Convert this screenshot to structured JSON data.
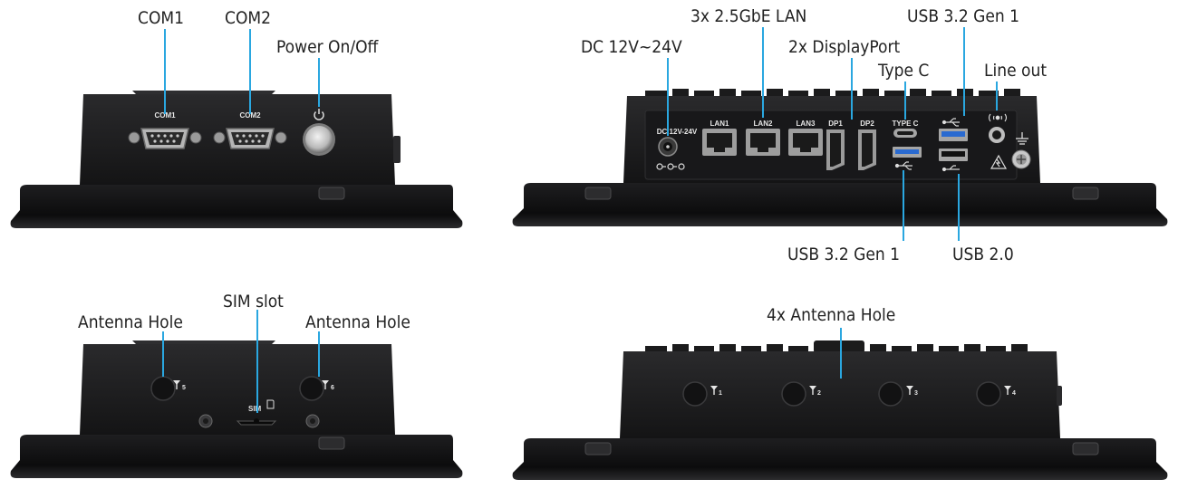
{
  "colors": {
    "callout_line": "#2aa7e0",
    "enclosure": "#1c1c1e",
    "bezel": "#0d0d0e",
    "label_text": "#222222"
  },
  "callouts": {
    "com1": "COM1",
    "com2": "COM2",
    "power": "Power On/Off",
    "dc_in": "DC 12V~24V",
    "lan": "3x 2.5GbE LAN",
    "displayport": "2x DisplayPort",
    "type_c": "Type C",
    "usb_top": "USB 3.2 Gen 1",
    "line_out": "Line out",
    "usb_bottom": "USB 3.2 Gen 1",
    "usb2": "USB 2.0",
    "antenna_left": "Antenna Hole",
    "sim": "SIM slot",
    "antenna_right": "Antenna Hole",
    "antenna_four": "4x Antenna Hole"
  },
  "silkscreen": {
    "com1": "COM1",
    "com2": "COM2",
    "dc": "DC 12V-24V",
    "lan1": "LAN1",
    "lan2": "LAN2",
    "lan3": "LAN3",
    "dp1": "DP1",
    "dp2": "DP2",
    "typec": "TYPE C",
    "sim": "SIM",
    "ant5": "5",
    "ant6": "6",
    "ant1": "1",
    "ant2": "2",
    "ant3": "3",
    "ant4": "4"
  },
  "icons": [
    "power-icon",
    "usb-icon",
    "audio-icon",
    "ground-icon",
    "warning-icon",
    "sim-card-icon",
    "antenna-icon"
  ]
}
